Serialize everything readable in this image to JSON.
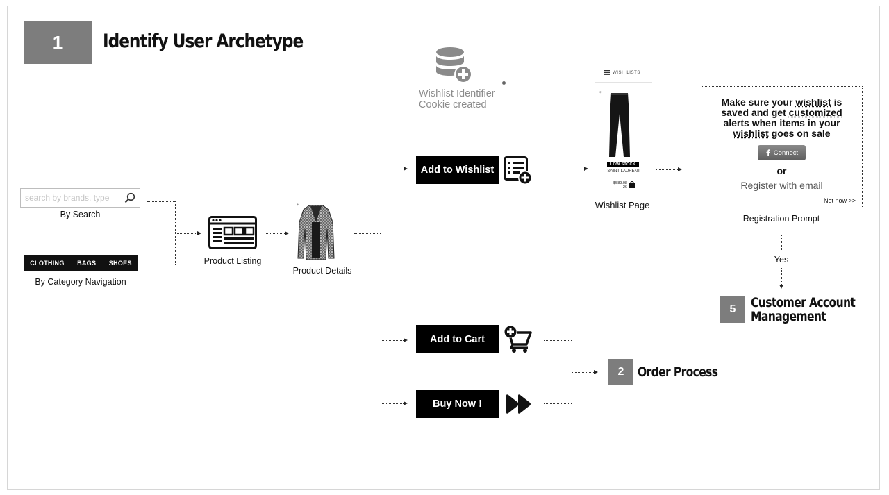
{
  "header": {
    "step_number": "1",
    "title": "Identify User Archetype"
  },
  "entry": {
    "search_placeholder": "search by brands, type",
    "search_caption": "By Search",
    "category_items": [
      "CLOTHING",
      "BAGS",
      "SHOES"
    ],
    "category_caption": "By Category Navigation"
  },
  "flow": {
    "product_listing_label": "Product Listing",
    "product_details_label": "Product Details",
    "add_to_wishlist_label": "Add to Wishlist",
    "add_to_cart_label": "Add to Cart",
    "buy_now_label": "Buy Now !",
    "cookie_caption_line1": "Wishlist Identifier",
    "cookie_caption_line2": "Cookie created"
  },
  "wishlist_page": {
    "header_label": "WISH LISTS",
    "stock_badge": "LOW STOCK",
    "brand": "SAINT LAURENT",
    "price_line1": "$589.08",
    "price_line2": "26",
    "caption": "Wishlist Page"
  },
  "registration": {
    "line1_pre": "Make sure your ",
    "line1_u": "wishlist",
    "line1_post": " is",
    "line2_pre": "saved and get ",
    "line2_u": "customized",
    "line3": "alerts when items in your",
    "line4_u": "wishlist",
    "line4_post": " goes on sale",
    "connect_label": "Connect",
    "or_label": "or",
    "register_link": "Register with email",
    "not_now": "Not now >>",
    "caption": "Registration Prompt",
    "yes_label": "Yes"
  },
  "customer_account": {
    "step_number": "5",
    "title_line1": "Customer Account",
    "title_line2": "Management"
  },
  "order_process": {
    "step_number": "2",
    "title": "Order Process"
  },
  "colors": {
    "badge_grey": "#7d7d7d",
    "button_black": "#000000",
    "caption_grey": "#8c8c8c"
  }
}
